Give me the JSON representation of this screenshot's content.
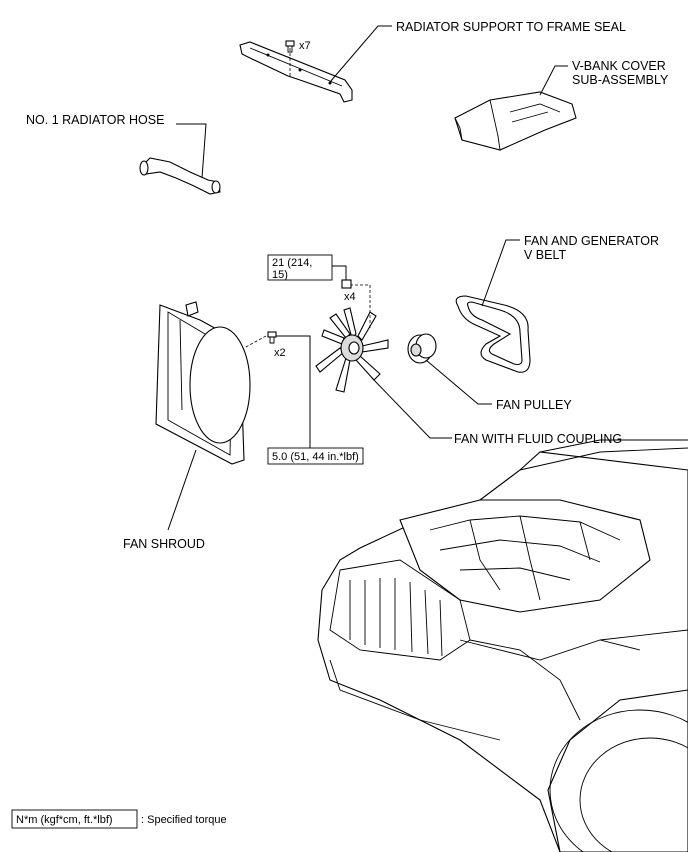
{
  "labels": {
    "radiator_support_seal": "RADIATOR SUPPORT TO FRAME SEAL",
    "v_bank_cover_line1": "V-BANK COVER",
    "v_bank_cover_line2": "SUB-ASSEMBLY",
    "radiator_hose": "NO. 1 RADIATOR HOSE",
    "fan_belt_line1": "FAN AND GENERATOR",
    "fan_belt_line2": "V BELT",
    "fan_pulley": "FAN PULLEY",
    "fan_fluid_coupling": "FAN WITH FLUID COUPLING",
    "fan_shroud": "FAN SHROUD"
  },
  "quantities": {
    "seal_bolts": "x7",
    "fan_nuts": "x4",
    "shroud_bolts": "x2"
  },
  "torques": {
    "fan_nut_line1": "21 (214,",
    "fan_nut_line2": "15)",
    "shroud_bolt": "5.0 (51, 44 in.*lbf)"
  },
  "legend": {
    "unit_box": "N*m (kgf*cm, ft.*lbf)",
    "description": ": Specified torque"
  }
}
